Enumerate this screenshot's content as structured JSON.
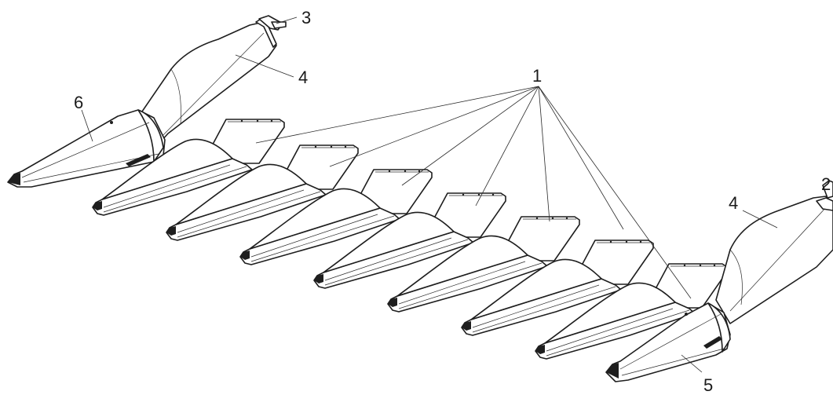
{
  "callouts": {
    "label_1": "1",
    "label_2": "2",
    "label_3": "3",
    "label_4_upper": "4",
    "label_4_lower": "4",
    "label_5": "5",
    "label_6": "6"
  },
  "colors": {
    "line": "#1e1e1e",
    "background": "#ffffff"
  }
}
